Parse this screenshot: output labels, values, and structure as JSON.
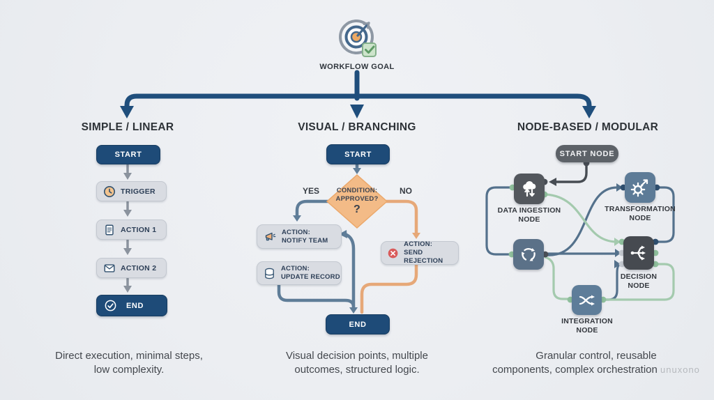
{
  "goal": {
    "label": "WORKFLOW GOAL"
  },
  "branches": {
    "simple": {
      "heading": "SIMPLE / LINEAR",
      "caption_line1": "Direct execution, minimal steps,",
      "caption_line2": "low complexity."
    },
    "visual": {
      "heading": "VISUAL / BRANCHING",
      "caption_line1": "Visual decision points, multiple",
      "caption_line2": "outcomes, structured logic."
    },
    "modular": {
      "heading": "NODE-BASED / MODULAR",
      "caption_line1": "Granular control, reusable",
      "caption_line2": "components, complex orchestration",
      "watermark": "unuxono"
    }
  },
  "linear_flow": {
    "start_label": "START",
    "steps": [
      {
        "label": "TRIGGER",
        "icon": "clock-icon"
      },
      {
        "label": "ACTION 1",
        "icon": "document-icon"
      },
      {
        "label": "ACTION 2",
        "icon": "envelope-icon"
      }
    ],
    "end_label": "END"
  },
  "branching_flow": {
    "start_label": "START",
    "end_label": "END",
    "yes_label": "YES",
    "no_label": "NO",
    "condition": {
      "line1": "CONDITION:",
      "line2": "APPROVED?",
      "mark": "?"
    },
    "notify": {
      "line1": "ACTION:",
      "line2": "NOTIFY TEAM",
      "icon": "megaphone-icon"
    },
    "update": {
      "line1": "ACTION:",
      "line2": "UPDATE RECORD",
      "icon": "database-icon"
    },
    "reject": {
      "line1": "ACTION:",
      "line2": "SEND REJECTION",
      "icon": "x-circle-icon"
    }
  },
  "modular_flow": {
    "start_label": "START NODE",
    "data_ingestion": {
      "line1": "DATA INGESTION",
      "line2": "NODE",
      "icon": "cloud-transfer-icon"
    },
    "transformation": {
      "line1": "TRANSFORMATION",
      "line2": "NODE",
      "icon": "gear-arrow-icon"
    },
    "process": {
      "line1": "",
      "line2": "",
      "icon": "sync-icon"
    },
    "decision": {
      "line1": "DECISION",
      "line2": "NODE",
      "icon": "branch-icon"
    },
    "integration": {
      "line1": "INTEGRATION",
      "line2": "NODE",
      "icon": "shuffle-icon"
    }
  },
  "colors": {
    "background": "#edeff3",
    "navy": "#1e4b78",
    "slate_line": "#5f7d98",
    "orange_line": "#e6a878",
    "diamond_fill": "#f3bb87",
    "gray_box": "#d9dce2",
    "gray_arrow": "#8b939e",
    "charcoal_node": "#53575d",
    "decision_node": "#464a50",
    "blue_node": "#5d7b97",
    "green_line": "#a4caae",
    "red_badge": "#d95b5b",
    "start_node_gray": "#5d6268"
  }
}
